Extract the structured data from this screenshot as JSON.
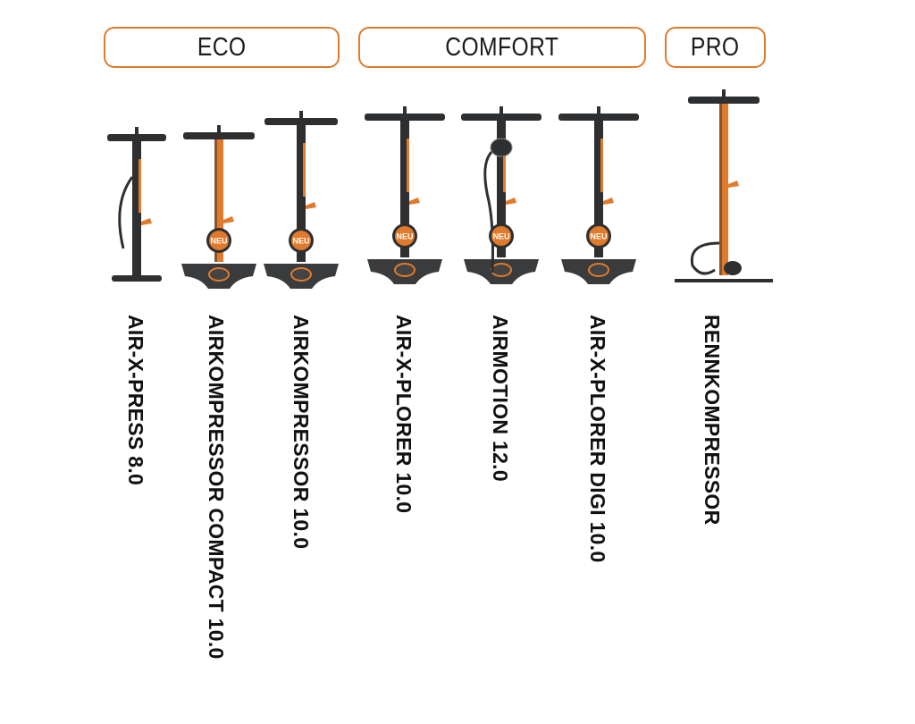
{
  "categories": [
    {
      "id": "eco",
      "label": "ECO"
    },
    {
      "id": "comfort",
      "label": "COMFORT"
    },
    {
      "id": "pro",
      "label": "PRO"
    }
  ],
  "badge_text": "NEU",
  "colors": {
    "accent": "#e07a2c",
    "pump_dark": "#2e2f31",
    "text": "#111111"
  },
  "products": [
    {
      "name": "AIR-X-PRESS 8.0",
      "category": "eco",
      "new": false
    },
    {
      "name": "AIRKOMPRESSOR COMPACT 10.0",
      "category": "eco",
      "new": true
    },
    {
      "name": "AIRKOMPRESSOR 10.0",
      "category": "eco",
      "new": true
    },
    {
      "name": "AIR-X-PLORER 10.0",
      "category": "comfort",
      "new": true
    },
    {
      "name": "AIRMOTION 12.0",
      "category": "comfort",
      "new": true
    },
    {
      "name": "AIR-X-PLORER DIGI 10.0",
      "category": "comfort",
      "new": true
    },
    {
      "name": "RENNKOMPRESSOR",
      "category": "pro",
      "new": false
    }
  ]
}
